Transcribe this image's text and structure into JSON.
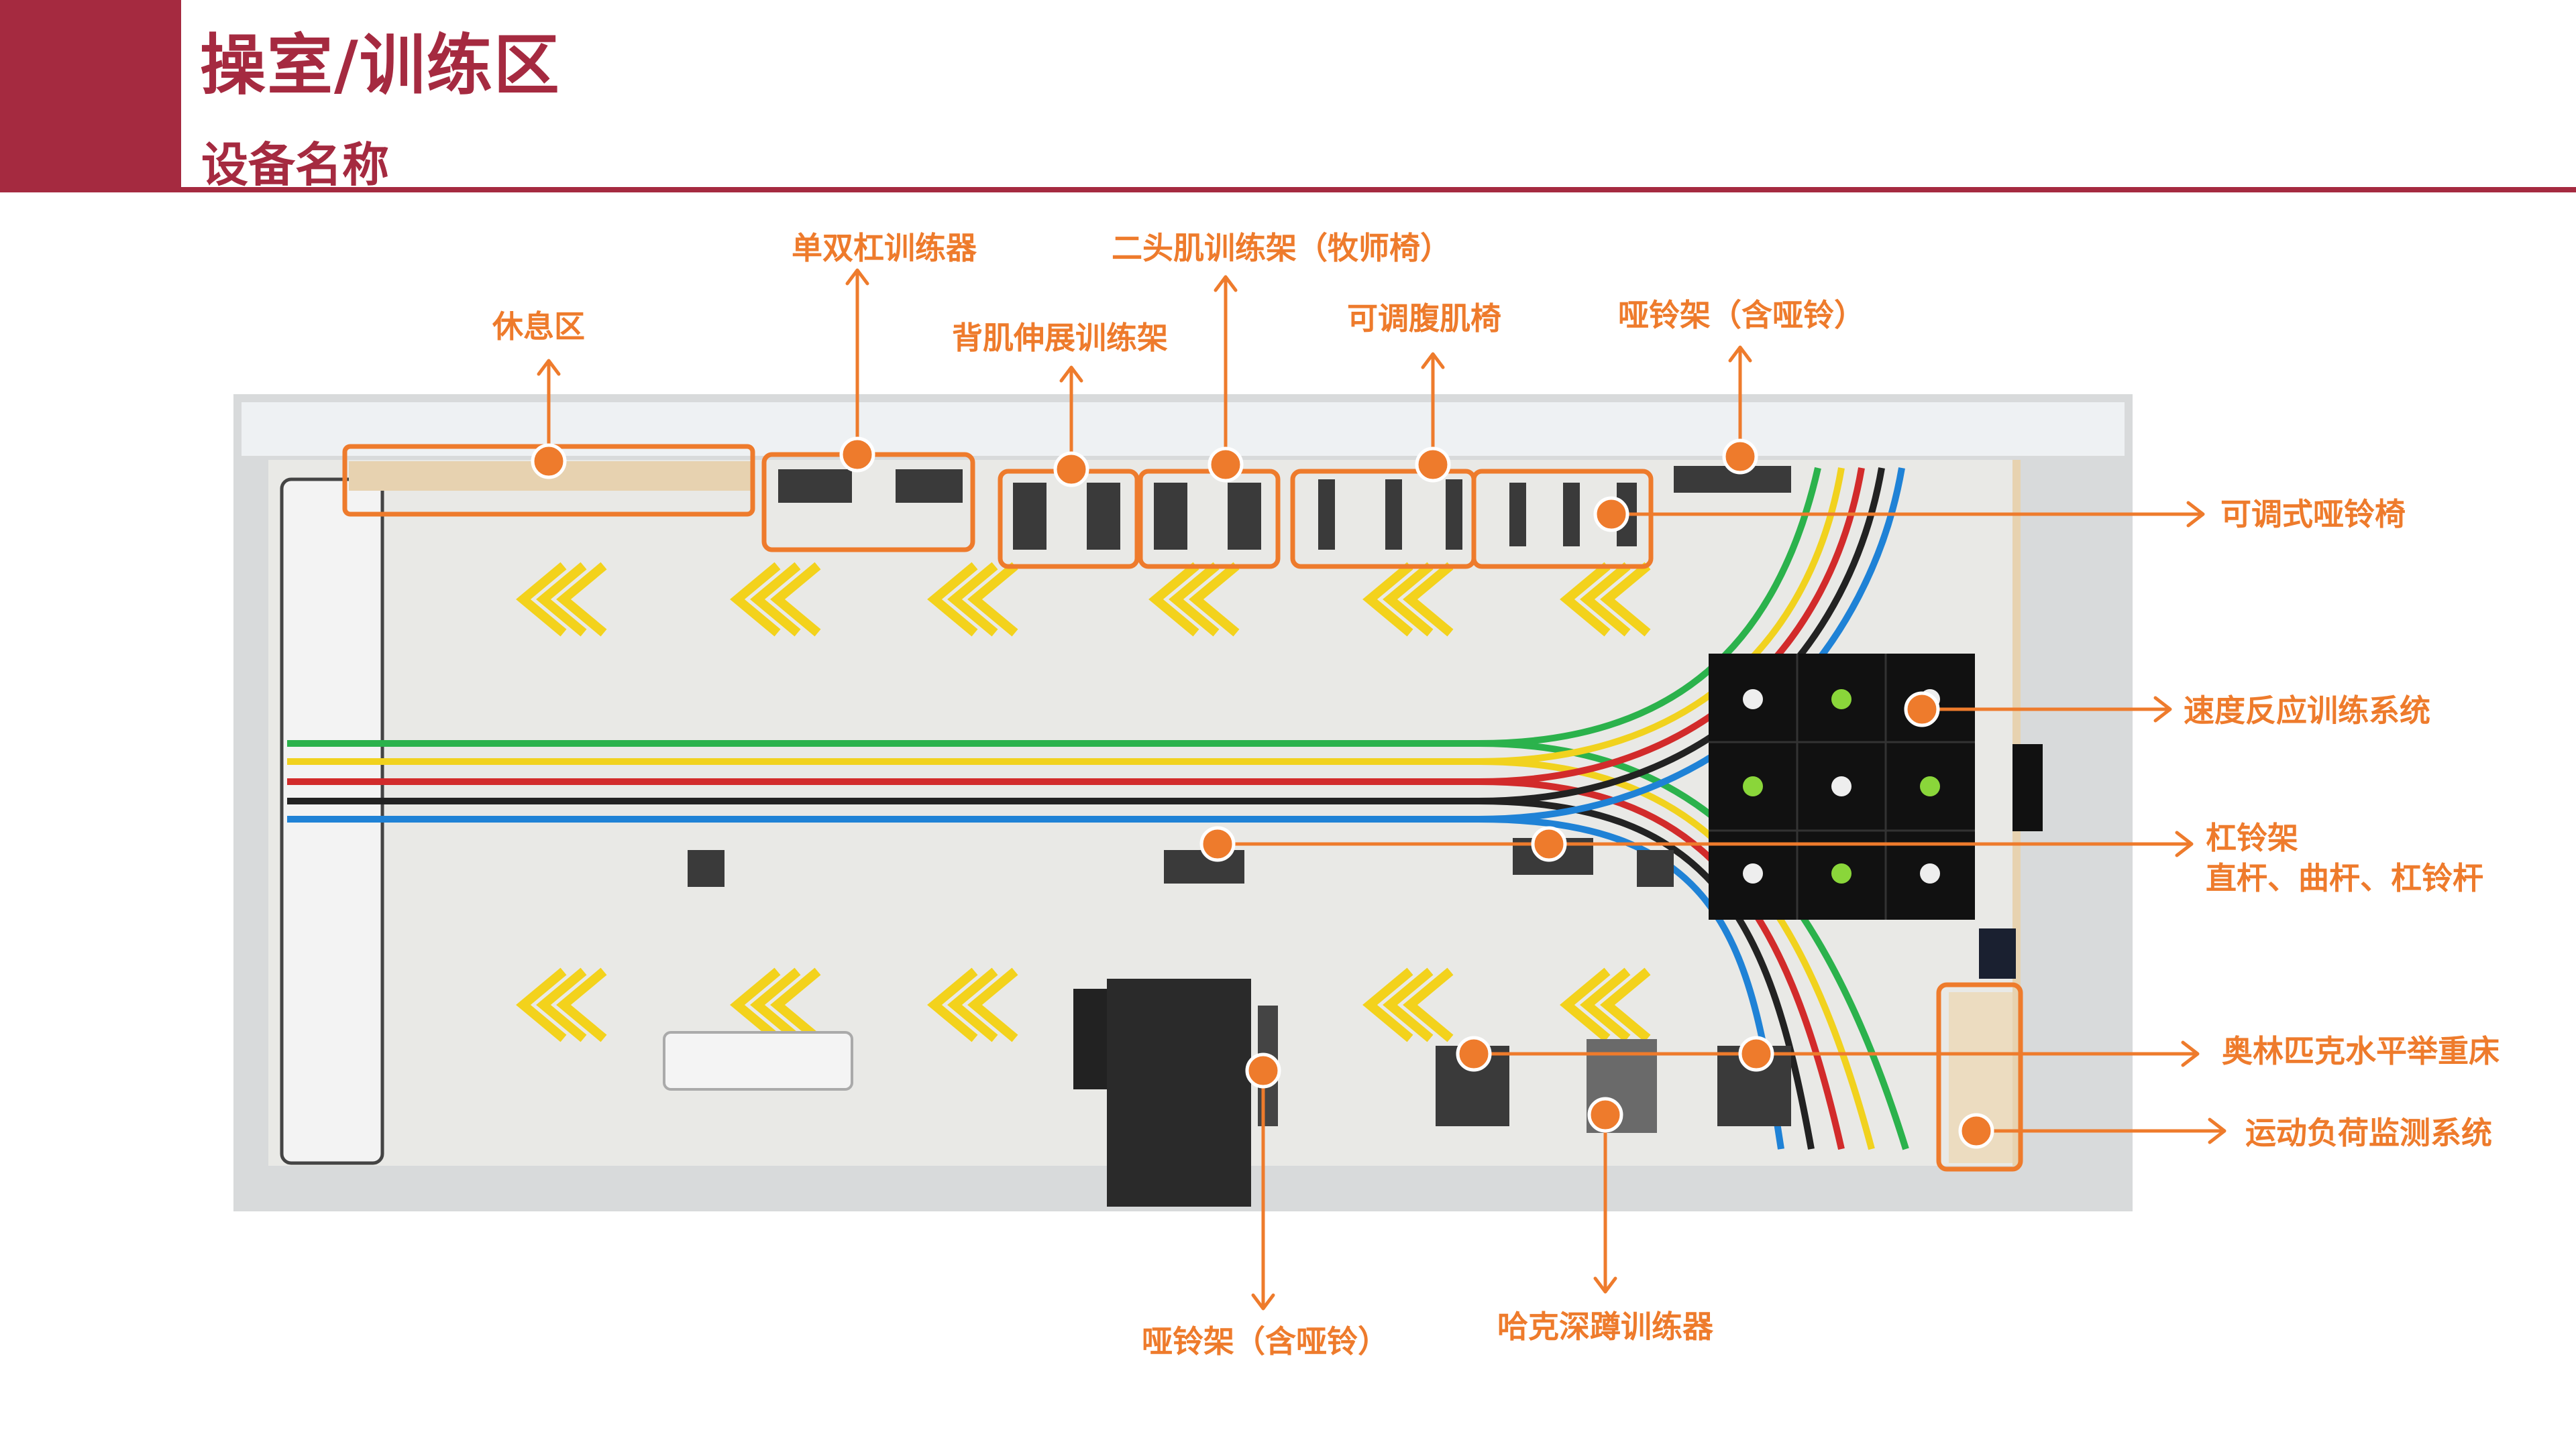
{
  "header": {
    "title": "操室/训练区",
    "subtitle": "设备名称"
  },
  "colors": {
    "brand": "#a52a40",
    "callout": "#ee7b2c",
    "floor": "#e9e9e6",
    "lanes": [
      "#2bb24c",
      "#f1d21e",
      "#d22b2b",
      "#222222",
      "#1f82d6"
    ]
  },
  "labels": {
    "rest_area": "休息区",
    "parallel_bars": "单双杠训练器",
    "back_extension": "背肌伸展训练架",
    "preacher": "二头肌训练架（牧师椅）",
    "ab_bench": "可调腹肌椅",
    "dumbbell_rack_top": "哑铃架（含哑铃）",
    "adjustable_bench": "可调式哑铃椅",
    "reaction_system": "速度反应训练系统",
    "barbell_rack": "杠铃架",
    "barbell_rack_detail": "直杆、曲杆、杠铃杆",
    "weightlifting_bench": "奥林匹克水平举重床",
    "load_monitor": "运动负荷监测系统",
    "dumbbell_rack_bottom": "哑铃架（含哑铃）",
    "hack_squat": "哈克深蹲训练器"
  }
}
